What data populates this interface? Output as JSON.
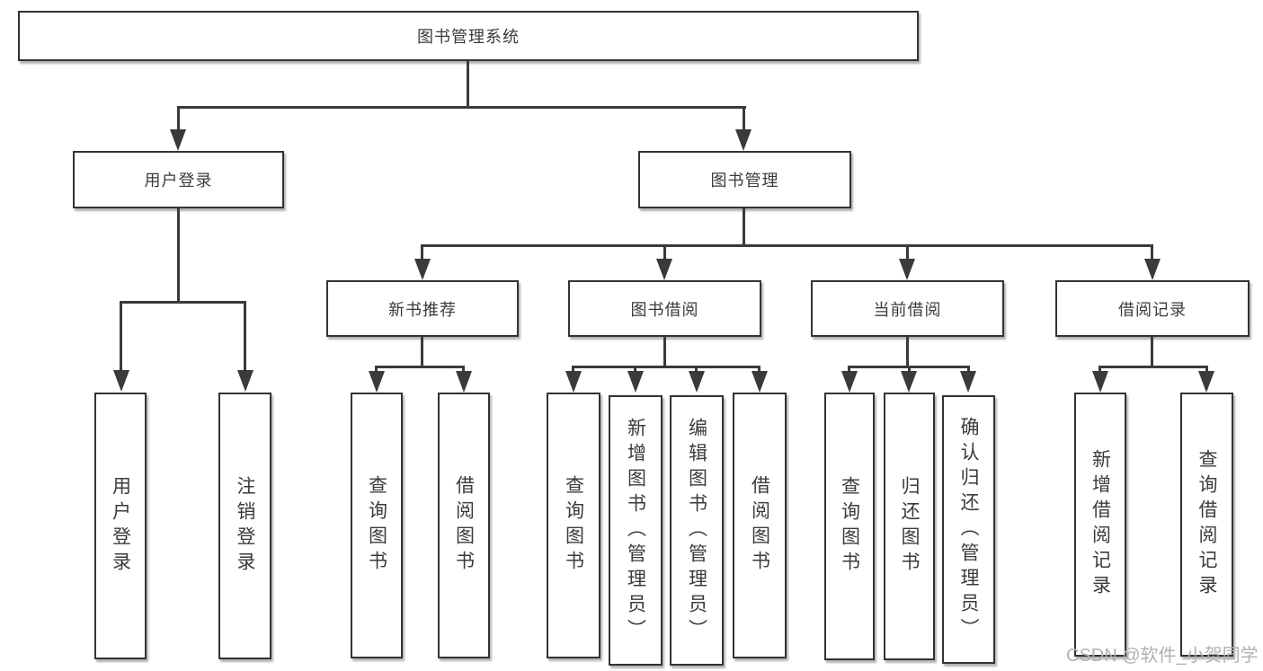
{
  "diagram_type": "hierarchy-tree",
  "colors": {
    "line": "#3a3a3a",
    "box_border": "#333333",
    "text": "#3b3b3b",
    "watermark": "#b1b1b1",
    "background": "#ffffff"
  },
  "nodes": {
    "root": {
      "label": "图书管理系统"
    },
    "level2": [
      {
        "label": "用户登录"
      },
      {
        "label": "图书管理"
      }
    ],
    "level3": [
      {
        "label": "新书推荐",
        "parent": "图书管理"
      },
      {
        "label": "图书借阅",
        "parent": "图书管理"
      },
      {
        "label": "当前借阅",
        "parent": "图书管理"
      },
      {
        "label": "借阅记录",
        "parent": "图书管理"
      }
    ],
    "leaves": [
      {
        "label": "用户登录",
        "parent": "用户登录"
      },
      {
        "label": "注销登录",
        "parent": "用户登录"
      },
      {
        "label": "查询图书",
        "parent": "新书推荐"
      },
      {
        "label": "借阅图书",
        "parent": "新书推荐"
      },
      {
        "label": "查询图书",
        "parent": "图书借阅"
      },
      {
        "label": "新增图书（管理员）",
        "parent": "图书借阅"
      },
      {
        "label": "编辑图书（管理员）",
        "parent": "图书借阅"
      },
      {
        "label": "借阅图书",
        "parent": "图书借阅"
      },
      {
        "label": "查询图书",
        "parent": "当前借阅"
      },
      {
        "label": "归还图书",
        "parent": "当前借阅"
      },
      {
        "label": "确认归还（管理员）",
        "parent": "当前借阅"
      },
      {
        "label": "新增借阅记录",
        "parent": "借阅记录"
      },
      {
        "label": "查询借阅记录",
        "parent": "借阅记录"
      }
    ]
  },
  "watermark": {
    "text": "CSDN @软件_小贺同学"
  }
}
